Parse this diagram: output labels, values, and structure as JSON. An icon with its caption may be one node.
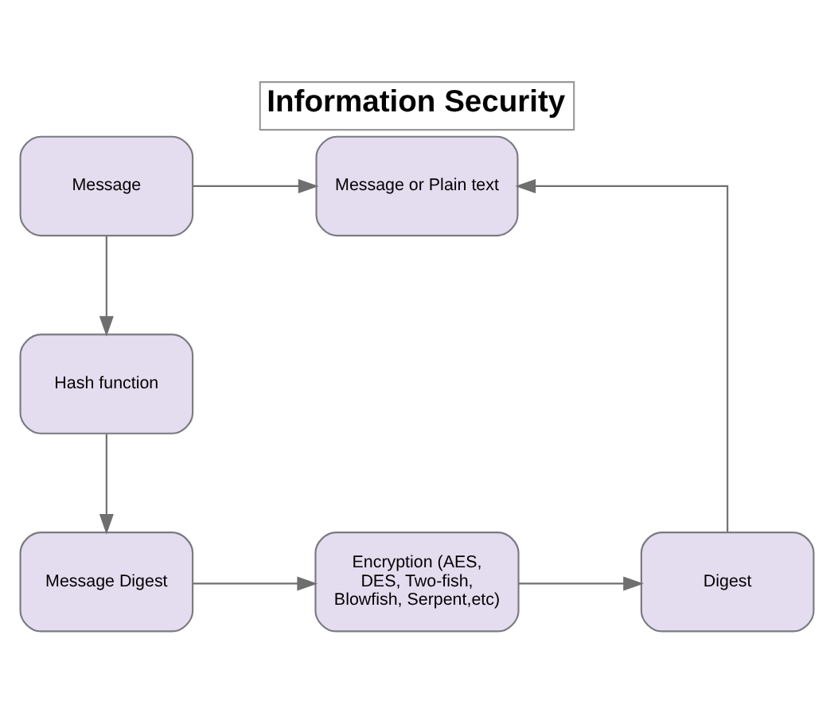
{
  "diagram": {
    "title": "Information Security",
    "nodes": [
      {
        "text": [
          "Message"
        ]
      },
      {
        "text": [
          "Message or Plain text"
        ]
      },
      {
        "text": [
          "Hash function"
        ]
      },
      {
        "text": [
          "Message Digest"
        ]
      },
      {
        "text": [
          "Encryption (AES, DES, Two-fish, Blowfish, Serpent,etc)"
        ]
      },
      {
        "text": [
          "Digest"
        ]
      }
    ],
    "edges": [
      {
        "from": 0,
        "to": 1,
        "arrow": "to"
      },
      {
        "from": 0,
        "to": 2,
        "arrow": "to"
      },
      {
        "from": 2,
        "to": 3,
        "arrow": "to"
      },
      {
        "from": 3,
        "to": 4,
        "arrow": "to"
      },
      {
        "from": 4,
        "to": 5,
        "arrow": "to"
      },
      {
        "from": 5,
        "to": 1,
        "arrow": "to"
      }
    ]
  }
}
